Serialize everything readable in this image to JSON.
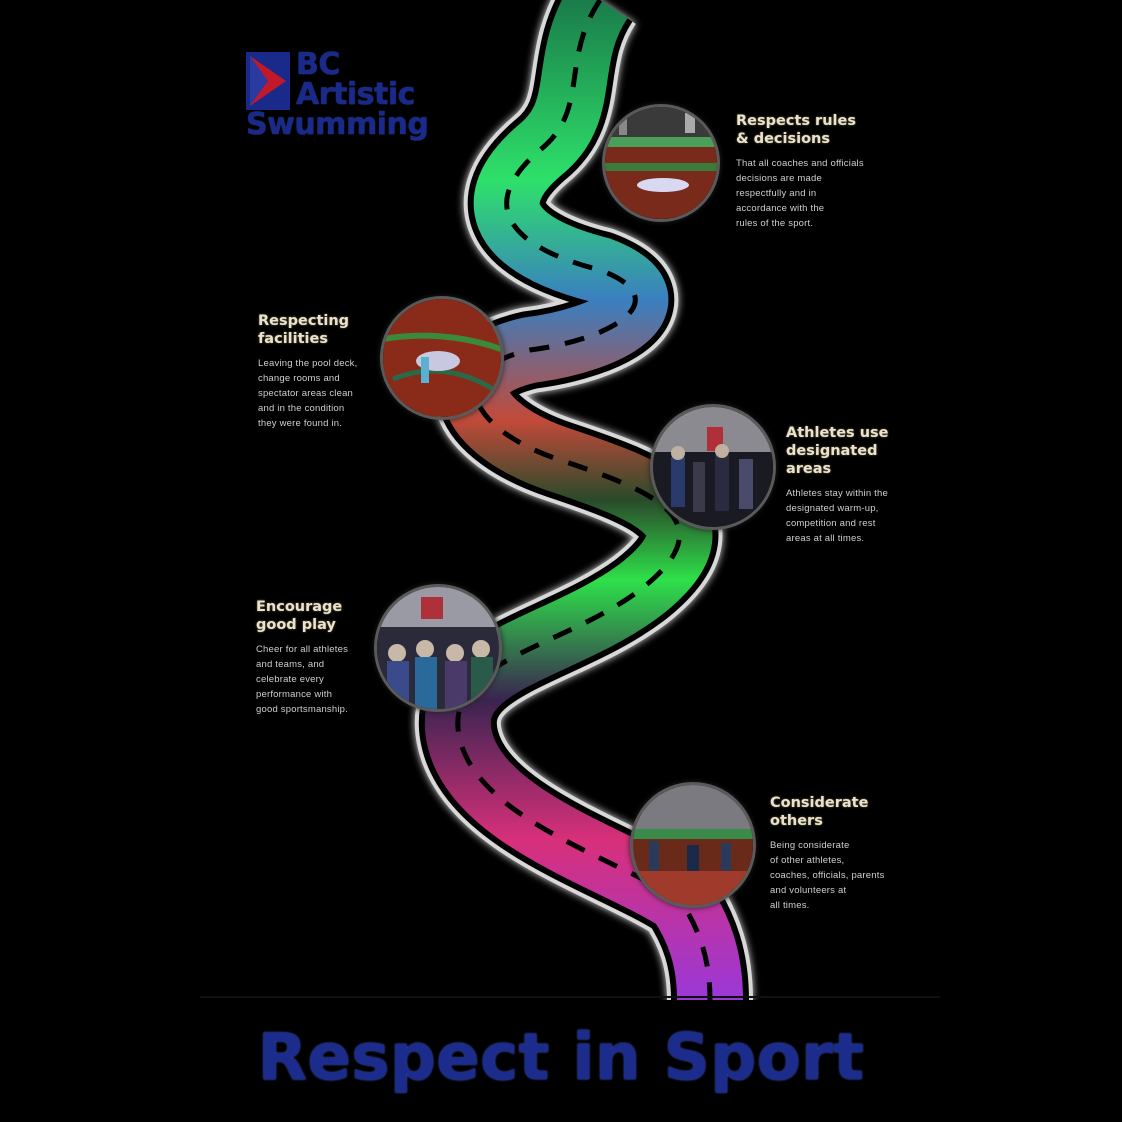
{
  "logo": {
    "line1": "BC",
    "line2": "Artistic",
    "line3": "Swumming"
  },
  "milestones": [
    {
      "title_line1": "Respects rules",
      "title_line2": "& decisions",
      "body": [
        "That all coaches and officials",
        "decisions are made",
        "respectfully and in",
        "accordance with the",
        "rules of the sport."
      ]
    },
    {
      "title_line1": "Respecting",
      "title_line2": "facilities",
      "body": [
        "Leaving the pool deck,",
        "change rooms and",
        "spectator areas clean",
        "and in the condition",
        "they were found in."
      ]
    },
    {
      "title_line1": "Athletes use",
      "title_line2": "designated",
      "title_line3": "areas",
      "body": [
        "Athletes stay within the",
        "designated warm-up,",
        "competition and rest",
        "areas at all times."
      ]
    },
    {
      "title_line1": "Encourage",
      "title_line2": "good play",
      "body": [
        "Cheer for all athletes",
        "and teams, and",
        "celebrate every",
        "performance with",
        "good sportsmanship."
      ]
    },
    {
      "title_line1": "Considerate",
      "title_line2": "others",
      "body": [
        "Being considerate",
        "of other athletes,",
        "coaches, officials, parents",
        "and volunteers at",
        "all times."
      ]
    }
  ],
  "title": "Respect in Sport",
  "colors": {
    "background": "#000000",
    "title": "#1b2c8c",
    "road_top": "#2ee06a",
    "road_mid": "#c24a3a",
    "road_bottom": "#b22fd6"
  }
}
